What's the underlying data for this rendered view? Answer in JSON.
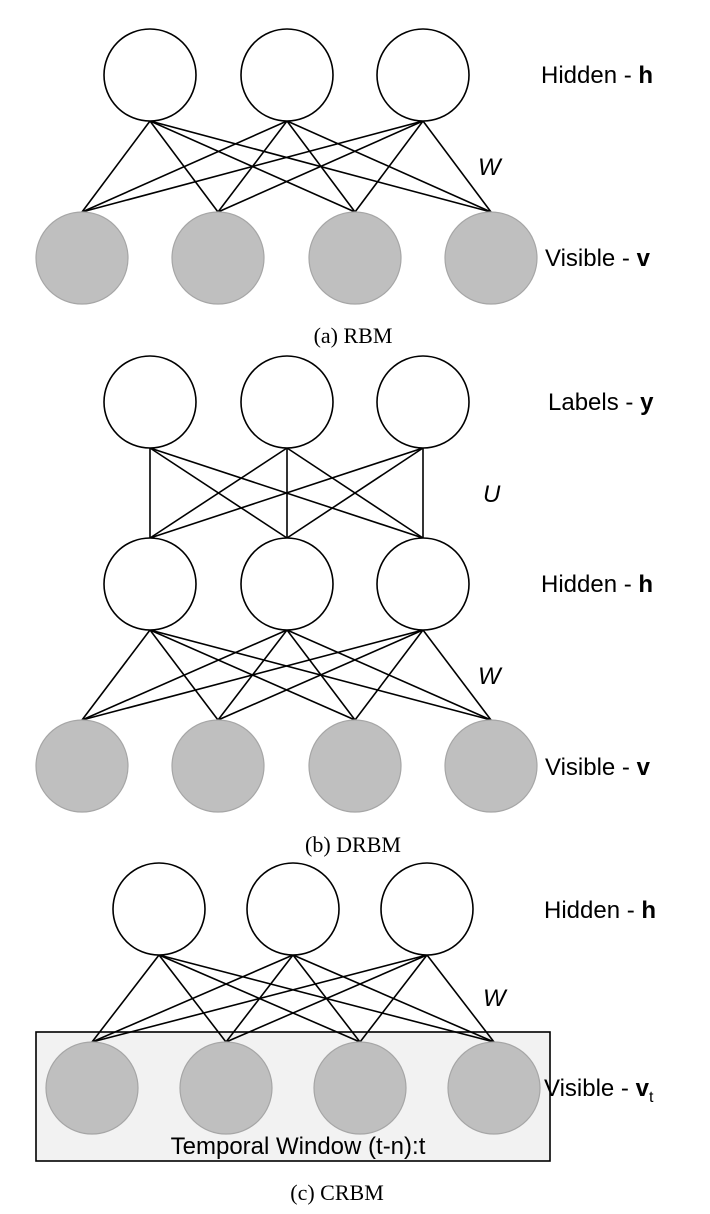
{
  "panels": [
    {
      "id": "rbm",
      "caption": "(a) RBM",
      "layers": [
        {
          "name": "Hidden - ",
          "symbol": "h",
          "subscript": "",
          "kind": "hidden",
          "count": 3
        },
        {
          "name": "Visible - ",
          "symbol": "v",
          "subscript": "",
          "kind": "visible",
          "count": 4
        }
      ],
      "weights": [
        "W"
      ]
    },
    {
      "id": "drbm",
      "caption": "(b) DRBM",
      "layers": [
        {
          "name": "Labels - ",
          "symbol": "y",
          "subscript": "",
          "kind": "hidden",
          "count": 3
        },
        {
          "name": "Hidden - ",
          "symbol": "h",
          "subscript": "",
          "kind": "hidden",
          "count": 3
        },
        {
          "name": "Visible - ",
          "symbol": "v",
          "subscript": "",
          "kind": "visible",
          "count": 4
        }
      ],
      "weights": [
        "U",
        "W"
      ]
    },
    {
      "id": "crbm",
      "caption": "(c) CRBM",
      "layers": [
        {
          "name": "Hidden - ",
          "symbol": "h",
          "subscript": "",
          "kind": "hidden",
          "count": 3
        },
        {
          "name": "Visible - ",
          "symbol": "v",
          "subscript": "t",
          "kind": "visible",
          "count": 4
        }
      ],
      "weights": [
        "W"
      ],
      "window_label": "Temporal Window (t-n):t"
    }
  ],
  "colors": {
    "hidden_fill": "#ffffff",
    "visible_fill": "#bfbfbf",
    "window_fill": "#f2f2f2",
    "stroke": "#000000"
  }
}
